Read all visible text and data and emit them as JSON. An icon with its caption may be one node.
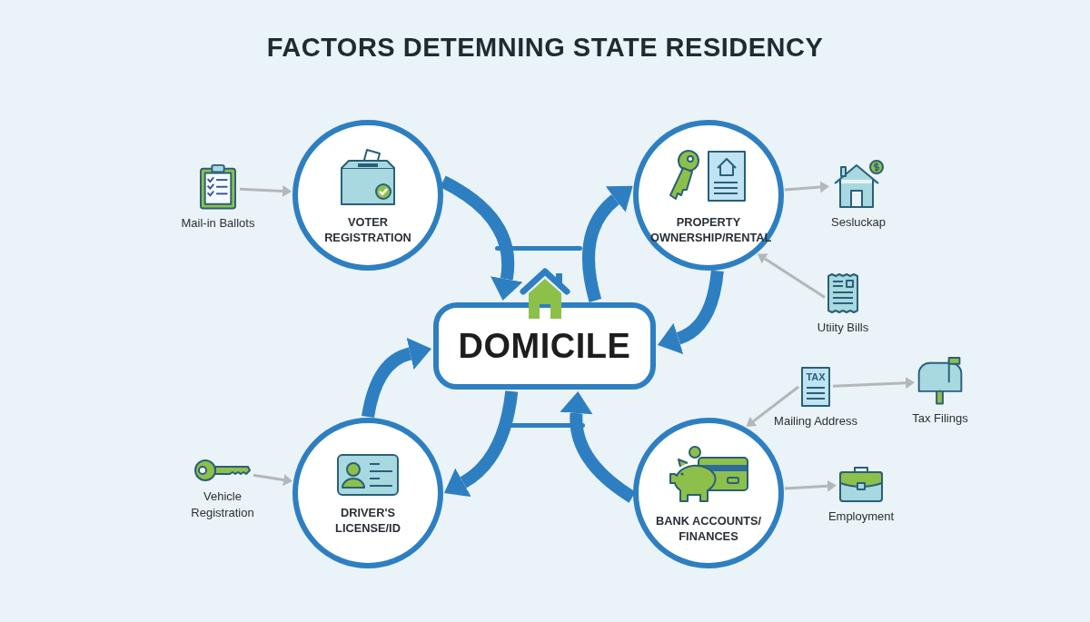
{
  "diagram": {
    "title": "FACTORS DETEMNING STATE RESIDENCY",
    "nodes": [
      {
        "text": [
          "Mail-in Ballots"
        ]
      },
      {
        "text": [
          "VOTER REGISTRATION"
        ]
      },
      {
        "text": [
          "PROPERTY OWNERSHIP/RENTAL"
        ]
      },
      {
        "text": [
          "Sesluckap"
        ]
      },
      {
        "text": [
          "DOMICILE"
        ]
      },
      {
        "text": [
          "Utiity Bills"
        ]
      },
      {
        "text": [
          "Mailing Address"
        ]
      },
      {
        "text": [
          "Tax Filings"
        ]
      },
      {
        "text": [
          "Vehicle Registration"
        ]
      },
      {
        "text": [
          "DRIVER'S LICENSE/ID"
        ]
      },
      {
        "text": [
          "BANK ACCOUNTS/ FINANCES"
        ]
      },
      {
        "text": [
          "Employment"
        ]
      }
    ],
    "edges": [
      {
        "from": 0,
        "to": 1,
        "arrow": "to"
      },
      {
        "from": 1,
        "to": 4,
        "arrow": "to",
        "style": "thick",
        "color": "#2e7fc1"
      },
      {
        "from": 4,
        "to": 2,
        "arrow": "to",
        "style": "thick",
        "color": "#2e7fc1"
      },
      {
        "from": 2,
        "to": 3,
        "arrow": "to"
      },
      {
        "from": 5,
        "to": 2,
        "arrow": "to"
      },
      {
        "from": 2,
        "to": 4,
        "arrow": "to",
        "style": "thick",
        "color": "#2e7fc1"
      },
      {
        "from": 9,
        "to": 4,
        "arrow": "to",
        "style": "thick",
        "color": "#2e7fc1"
      },
      {
        "from": 6,
        "to": 10,
        "arrow": "to"
      },
      {
        "from": 6,
        "to": 7,
        "arrow": "to"
      },
      {
        "from": 4,
        "to": 9,
        "arrow": "to",
        "style": "thick",
        "color": "#2e7fc1"
      },
      {
        "from": 10,
        "to": 4,
        "arrow": "to",
        "style": "thick",
        "color": "#2e7fc1"
      },
      {
        "from": 8,
        "to": 9,
        "arrow": "to"
      },
      {
        "from": 10,
        "to": 11,
        "arrow": "to"
      }
    ],
    "labels": [
      "TAX"
    ]
  }
}
